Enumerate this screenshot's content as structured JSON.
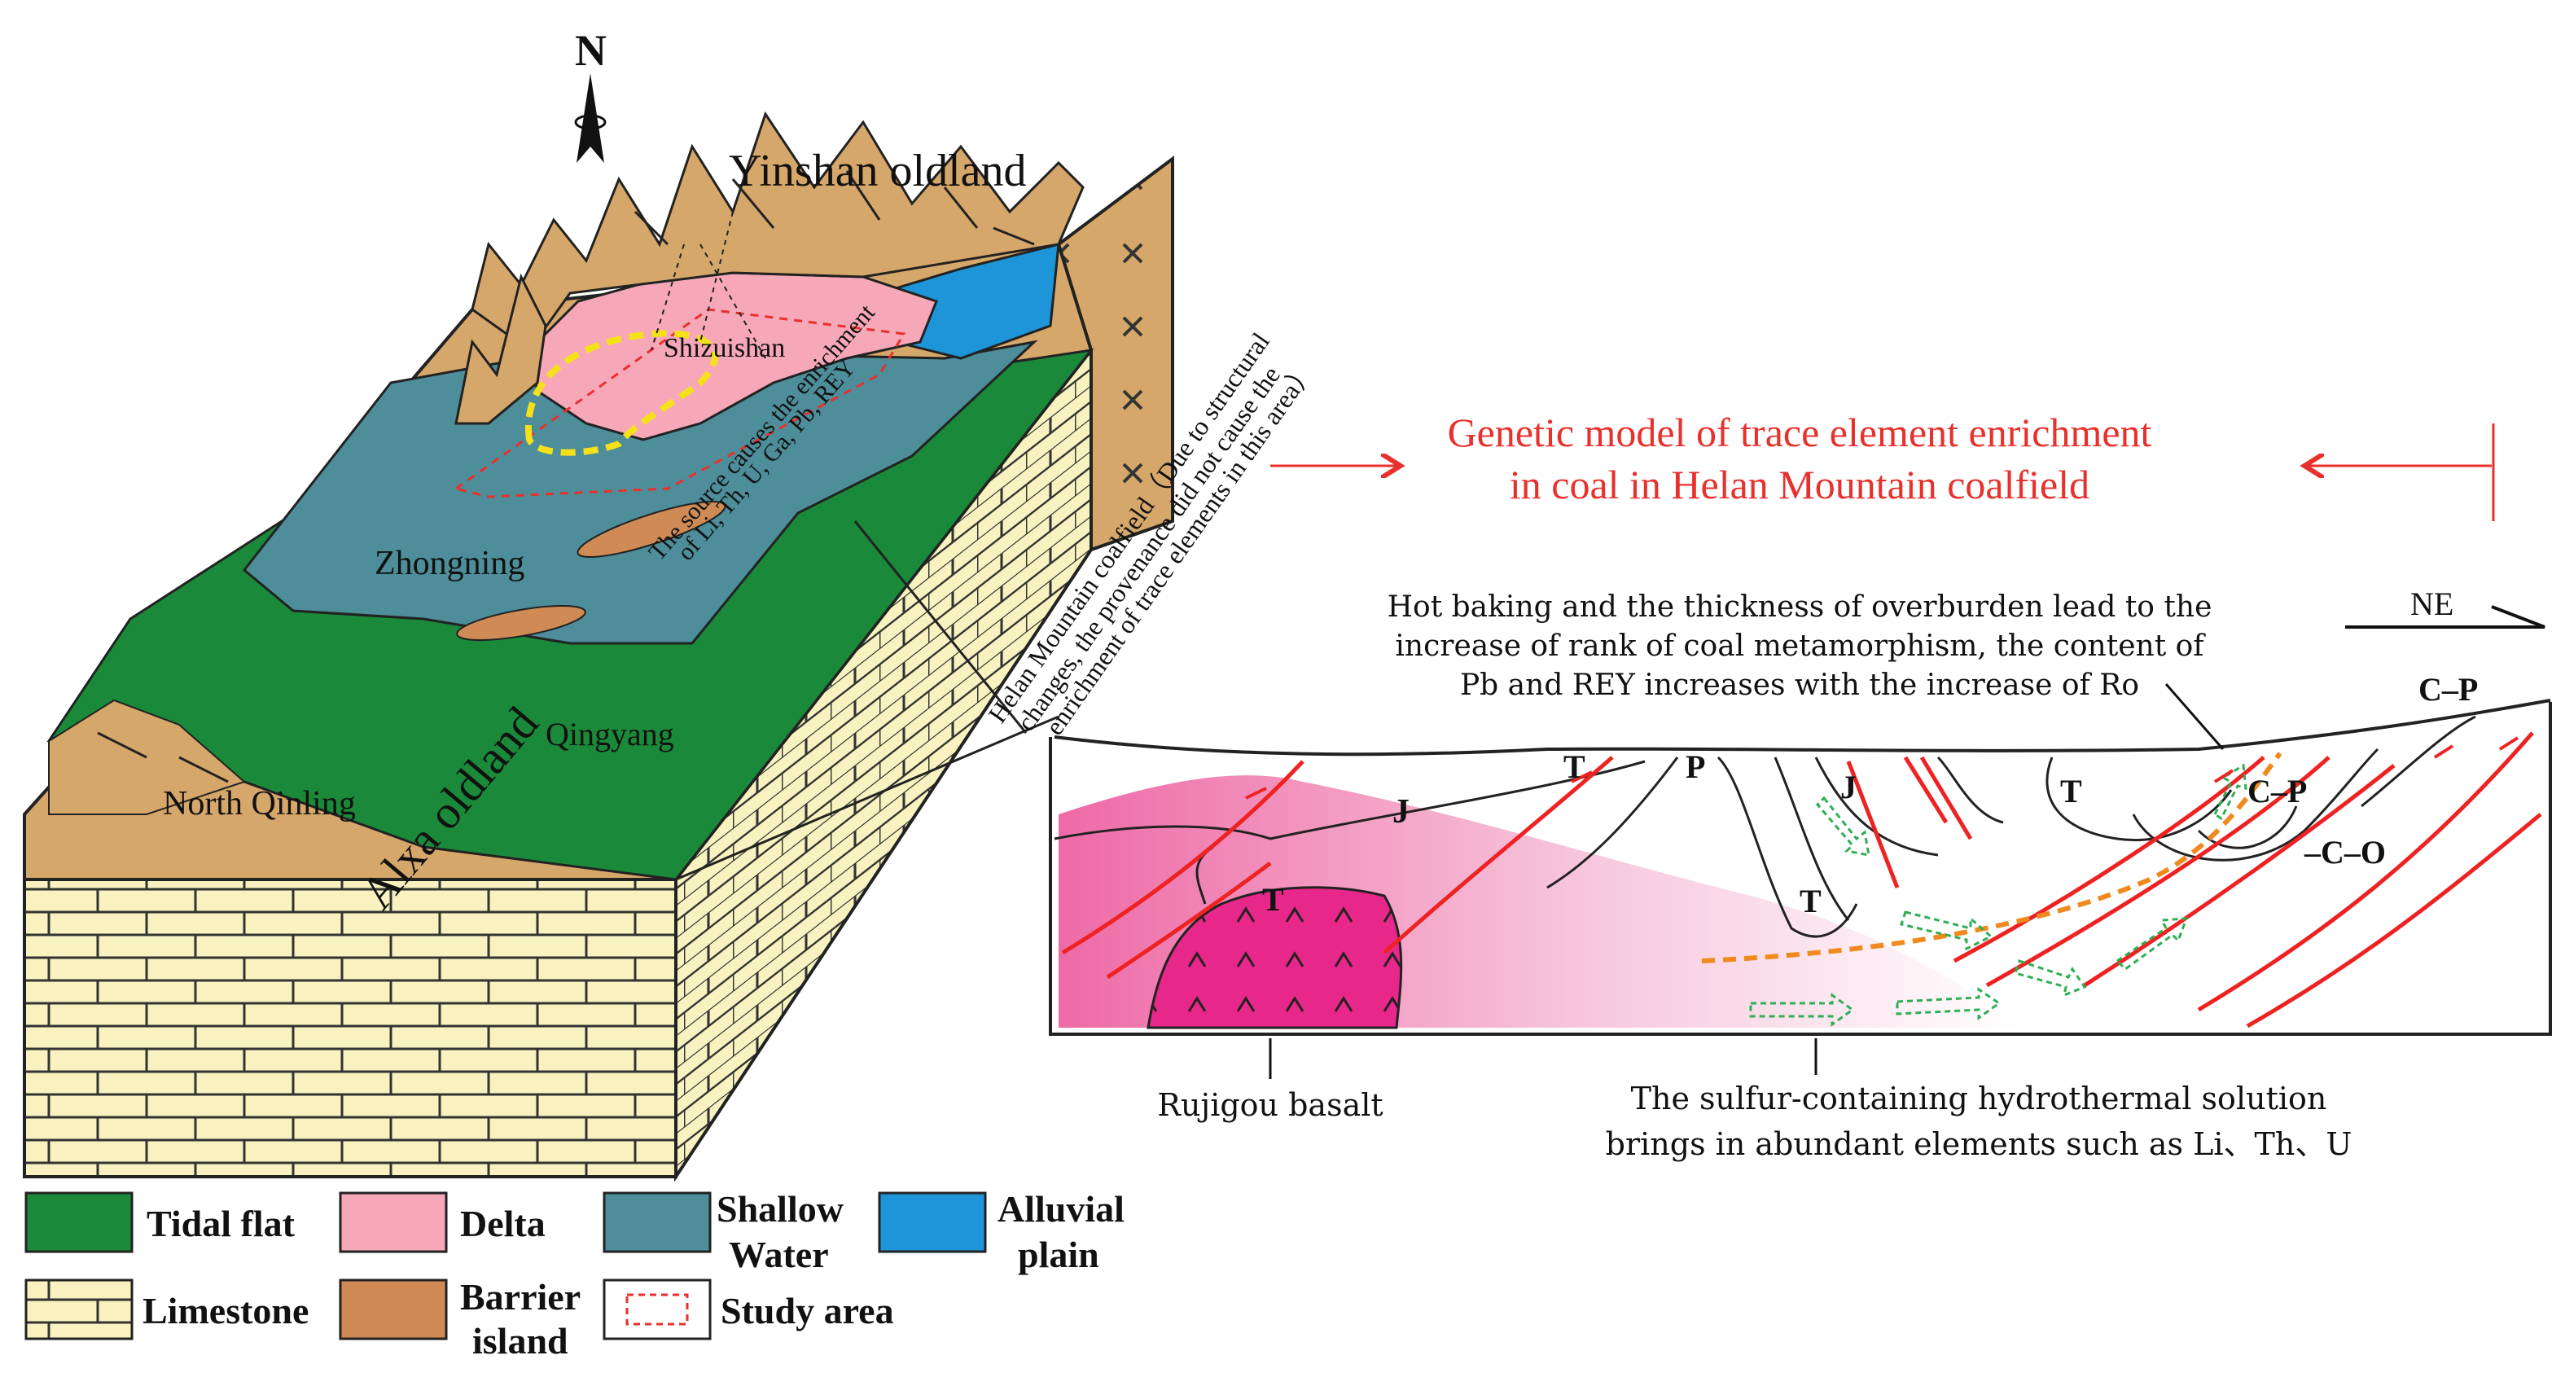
{
  "compass": {
    "north_label": "N"
  },
  "map_labels": {
    "alxa": "Alxa oldland",
    "yinshan": "Yinshan oldland",
    "shizuishan": "Shizuishan",
    "zhongning": "Zhongning",
    "qingyang": "Qingyang",
    "north_qinling": "North Qinling",
    "source_note_line1": "The source causes the enrichment",
    "source_note_line2": "of Li, Th, U, Ga, Pb, REY",
    "coalfield_line1": "Helan Mountain coalfield（Due to structural",
    "coalfield_line2": "changes, the provenance did not cause the",
    "coalfield_line3": "enrichment of trace elements in this area）"
  },
  "title": {
    "line1": "Genetic model of trace element enrichment",
    "line2": "in coal in Helan Mountain coalfield"
  },
  "section": {
    "hot_baking_line1": "Hot baking and the thickness of overburden lead to the",
    "hot_baking_line2": "increase of rank of coal metamorphism, the content of",
    "hot_baking_line3": "Pb and REY increases with the increase of Ro",
    "direction": "NE",
    "stratum_J_left": "J",
    "stratum_T_left": "T",
    "stratum_P": "P",
    "stratum_J_mid": "J",
    "stratum_T_mid": "T",
    "stratum_T_right": "T",
    "stratum_CP_mid": "C–P",
    "stratum_CO": "–C–O",
    "stratum_CP_top": "C–P",
    "stratum_T_basalt": "T",
    "basalt_label": "Rujigou basalt",
    "hydro_line1": "The sulfur-containing hydrothermal solution",
    "hydro_line2": "brings in abundant elements such as Li、Th、U"
  },
  "legend": {
    "tidal_flat": "Tidal flat",
    "delta": "Delta",
    "shallow_line1": "Shallow",
    "shallow_line2": "Water",
    "alluvial_line1": "Alluvial",
    "alluvial_line2": "plain",
    "limestone": "Limestone",
    "barrier_line1": "Barrier",
    "barrier_line2": "island",
    "study_area": "Study area"
  },
  "colors": {
    "tidal_flat": "#1a8a3a",
    "delta": "#f7a8b8",
    "shallow_water": "#4d8e9a",
    "alluvial_plain": "#1e95d8",
    "limestone": "#f7f2bf",
    "barrier_island": "#cf8a55",
    "oldland": "#d6a76a",
    "basalt": "#e8278a",
    "title_red": "#e8302c",
    "fault_red": "#ee2222",
    "orange_dash": "#f08a1e",
    "green_arrow": "#2fae55"
  }
}
